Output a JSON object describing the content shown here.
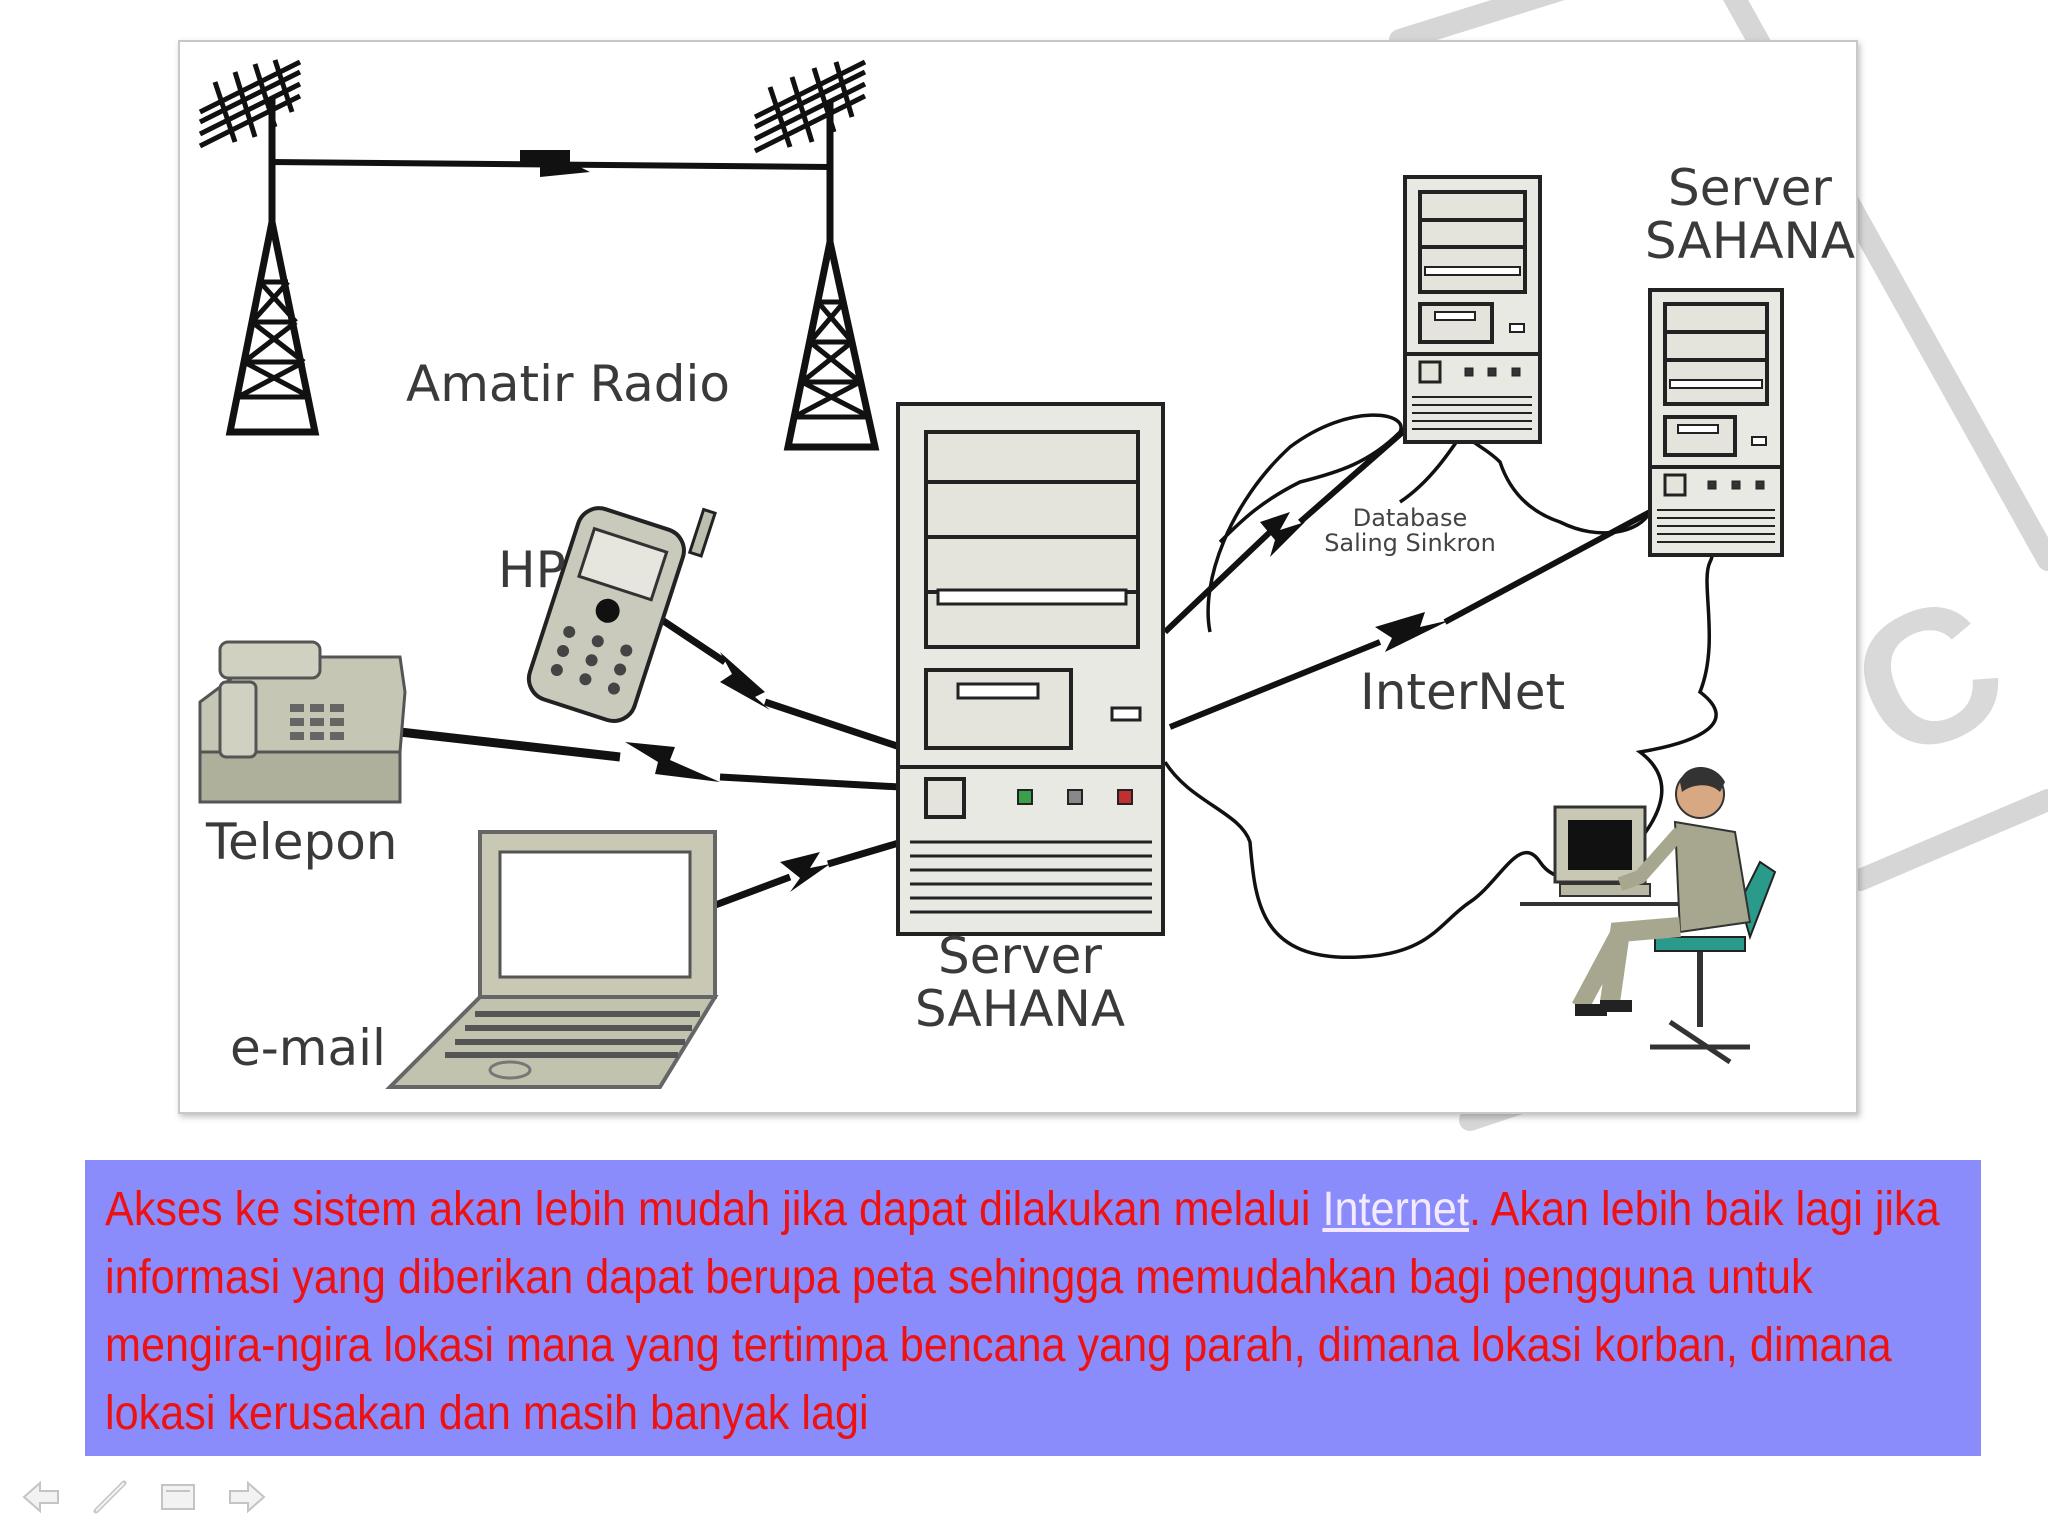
{
  "diagram": {
    "labels": {
      "amatir_radio": "Amatir Radio",
      "hp": "HP",
      "telepon": "Telepon",
      "email": "e-mail",
      "server_main_line1": "Server",
      "server_main_line2": "SAHANA",
      "server_right_line1": "Server",
      "server_right_line2": "SAHANA",
      "database_line1": "Database",
      "database_line2": "Saling Sinkron",
      "internet": "InterNet"
    }
  },
  "caption": {
    "text_before_link": "Akses ke sistem akan lebih mudah jika dapat dilakukan melalui ",
    "link_text": "Internet",
    "text_after_link": ". Akan lebih baik lagi jika informasi yang diberikan dapat berupa peta sehingga memudahkan bagi pengguna untuk mengira-ngira lokasi mana yang tertimpa bencana yang parah, dimana lokasi korban, dimana lokasi kerusakan dan masih banyak lagi"
  },
  "colors": {
    "caption_background": "#8a8cfc",
    "caption_text": "#ee1111",
    "link_text": "#f4eaff"
  },
  "navigation": {
    "icons": [
      "arrow-left-icon",
      "pen-icon",
      "menu-icon",
      "arrow-right-icon"
    ]
  }
}
